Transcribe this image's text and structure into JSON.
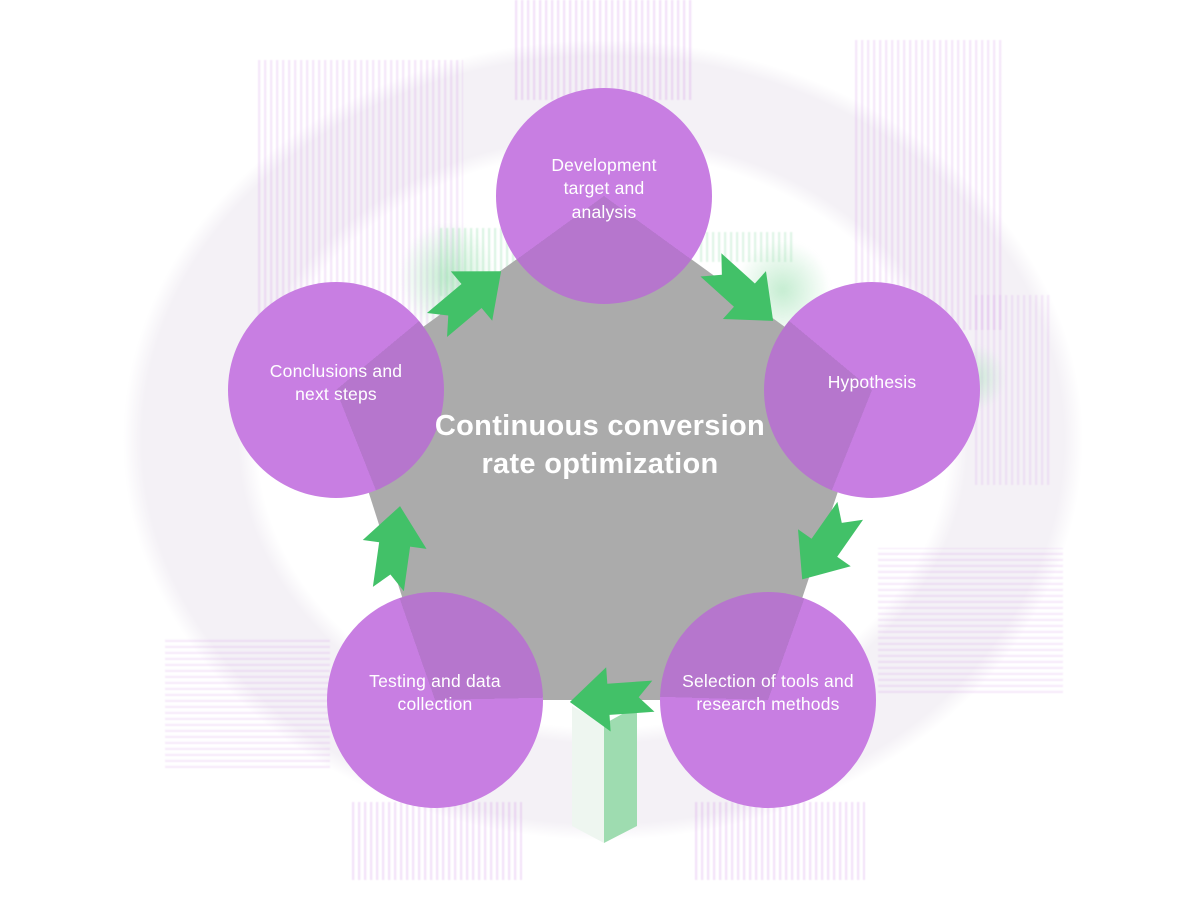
{
  "diagram": {
    "type": "cycle",
    "flow_direction": "clockwise",
    "title": "Continuous conversion rate optimization",
    "steps": [
      {
        "position": "top",
        "label": "Development target and analysis"
      },
      {
        "position": "right",
        "label": "Hypothesis"
      },
      {
        "position": "bottom-right",
        "label": "Selection of tools and research methods"
      },
      {
        "position": "bottom-left",
        "label": "Testing and data collection"
      },
      {
        "position": "left",
        "label": "Conclusions and next steps"
      }
    ],
    "arrow_icon": "notched-block-arrow",
    "colors": {
      "circle_purple": "#c87ee2",
      "circle_overlap_purple": "#b676cd",
      "pentagon_gray": "#ababab",
      "arrow_green": "#42c168",
      "label_white": "#ffffff",
      "ring_light": "#f4f1f6",
      "reflection_green": "#9edcb0",
      "reflection_pale": "#eef6f0"
    }
  }
}
